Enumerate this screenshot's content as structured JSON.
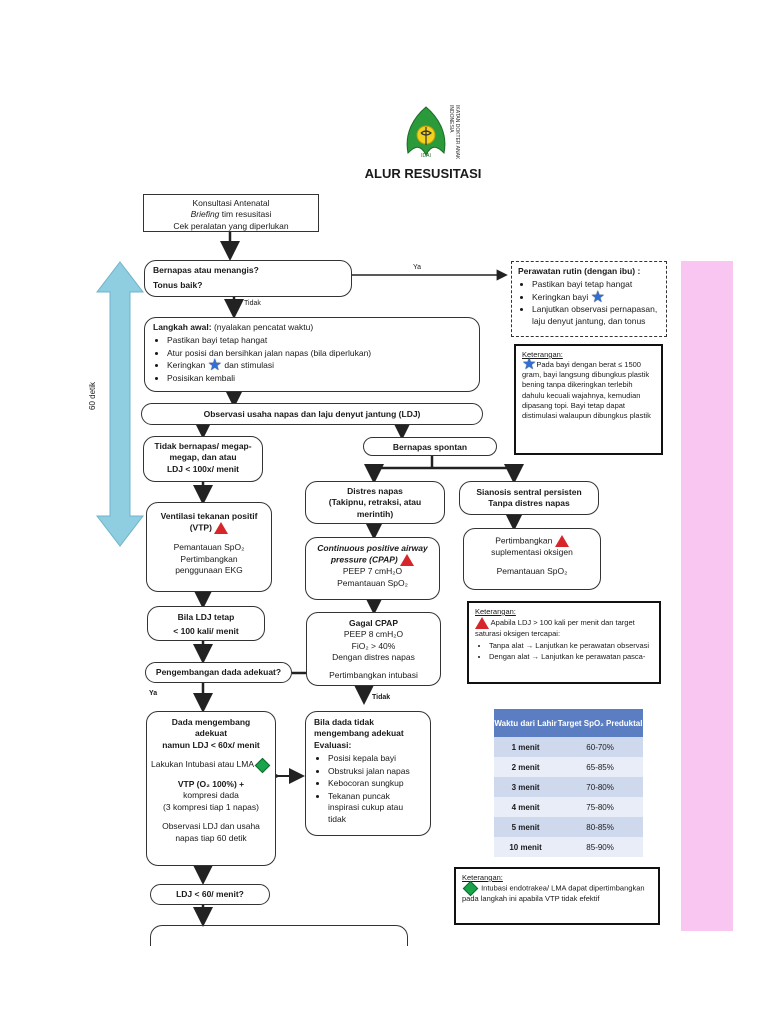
{
  "logo": {
    "ring_text": "IKATAN DOKTER ANAK INDONESIA",
    "bottom_text": "IDAI"
  },
  "title": "ALUR RESUSITASI",
  "antenatal": {
    "line1": "Konsultasi Antenatal",
    "line2_italic": "Briefing",
    "line2_rest": " tim resusitasi",
    "line3": "Cek peralatan yang diperlukan"
  },
  "side_label": "60 detik",
  "q1": {
    "line1": "Bernapas atau menangis?",
    "line2": "Tonus baik?",
    "yes": "Ya",
    "no": "Tidak"
  },
  "routine": {
    "title": "Perawatan rutin (dengan ibu) :",
    "items": [
      "Pastikan bayi tetap hangat",
      "Keringkan bayi",
      "Lanjutkan observasi pernapasan, laju denyut jantung, dan tonus"
    ]
  },
  "note1": {
    "title": "Keterangan:",
    "text": "Pada bayi dengan berat ≤ 1500 gram, bayi langsung dibungkus plastik bening tanpa dikeringkan terlebih dahulu kecuali wajahnya, kemudian dipasang topi. Bayi tetap dapat distimulasi walaupun dibungkus plastik"
  },
  "initial": {
    "title_bold": "Langkah awal:",
    "title_rest": " (nyalakan pencatat waktu)",
    "items": [
      "Pastikan bayi tetap hangat",
      "Atur posisi dan bersihkan jalan napas (bila diperlukan)",
      "Keringkan",
      "dan stimulasi",
      "Posisikan kembali"
    ]
  },
  "observe": "Observasi usaha napas dan laju denyut jantung (LDJ)",
  "notbreathing": {
    "line1": "Tidak bernapas/ megap-",
    "line2": "megap, dan atau",
    "line3": "LDJ < 100x/ menit"
  },
  "spontan": "Bernapas spontan",
  "distress": {
    "line1": "Distres napas",
    "line2": "(Takipnu, retraksi, atau",
    "line3": "merintih)"
  },
  "cyanosis": {
    "line1": "Sianosis sentral persisten",
    "line2": "Tanpa distres napas"
  },
  "vtp": {
    "title": "Ventilasi tekanan positif",
    "abbr": "(VTP)",
    "mon": "Pemantauan SpO₂",
    "consider1": "Pertimbangkan",
    "consider2": "penggunaan EKG"
  },
  "cpap": {
    "title1": "Continuous positive airway",
    "title2": "pressure (CPAP)",
    "peep": "PEEP 7 cmH₂O",
    "mon": "Pemantauan SpO₂"
  },
  "oxygen": {
    "line1": "Pertimbangkan",
    "line2": "suplementasi oksigen",
    "mon": "Pemantauan SpO₂"
  },
  "ldj100": {
    "line1": "Bila LDJ tetap",
    "line2": "< 100 kali/ menit"
  },
  "cpapfail": {
    "title": "Gagal CPAP",
    "peep": "PEEP 8 cmH₂O",
    "fio2": "FiO₂ > 40%",
    "distress": "Dengan distres napas",
    "intub": "Pertimbangkan intubasi"
  },
  "note2": {
    "title": "Keterangan:",
    "text": "Apabila LDJ > 100 kali per menit dan target saturasi oksigen tercapai:",
    "items": [
      "Tanpa alat → Lanjutkan ke perawatan observasi",
      "Dengan alat → Lanjutkan ke perawatan pasca-"
    ]
  },
  "chest": {
    "question": "Pengembangan dada adekuat?",
    "yes": "Ya",
    "no": "Tidak"
  },
  "adequate": {
    "line1": "Dada mengembang",
    "line2": "adekuat",
    "line3": "namun LDJ < 60x/ menit",
    "intub": "Lakukan Intubasi atau LMA",
    "vtp1": "VTP (O₂ 100%) +",
    "vtp2": "kompresi dada",
    "vtp3": "(3 kompresi tiap 1 napas)",
    "obs1": "Observasi LDJ dan usaha",
    "obs2": "napas tiap 60 detik"
  },
  "inadequate": {
    "line1": "Bila dada tidak",
    "line2": "mengembang adekuat",
    "line3": "Evaluasi:",
    "items": [
      "Posisi kepala bayi",
      "Obstruksi jalan napas",
      "Kebocoran sungkup",
      "Tekanan puncak inspirasi cukup atau tidak"
    ]
  },
  "spo2_table": {
    "headers": [
      "Waktu dari Lahir",
      "Target SpO₂ Preduktal"
    ],
    "rows": [
      [
        "1 menit",
        "60-70%"
      ],
      [
        "2 menit",
        "65-85%"
      ],
      [
        "3 menit",
        "70-80%"
      ],
      [
        "4 menit",
        "75-80%"
      ],
      [
        "5 menit",
        "80-85%"
      ],
      [
        "10 menit",
        "85-90%"
      ]
    ]
  },
  "ldj60": "LDJ < 60/ menit?",
  "note3": {
    "title": "Keterangan:",
    "text": "Intubasi endotrakea/ LMA dapat dipertimbangkan pada langkah ini apabila VTP tidak efektif"
  },
  "colors": {
    "pink_panel": "#f8c6f1",
    "arrow_blue": "#8fcde0",
    "table_head": "#5b7ec2",
    "table_row_a": "#cfd9ee",
    "table_row_b": "#e8edf7",
    "triangle": "#d7262a",
    "diamond": "#19a34a",
    "star": "#2f6fd6"
  }
}
